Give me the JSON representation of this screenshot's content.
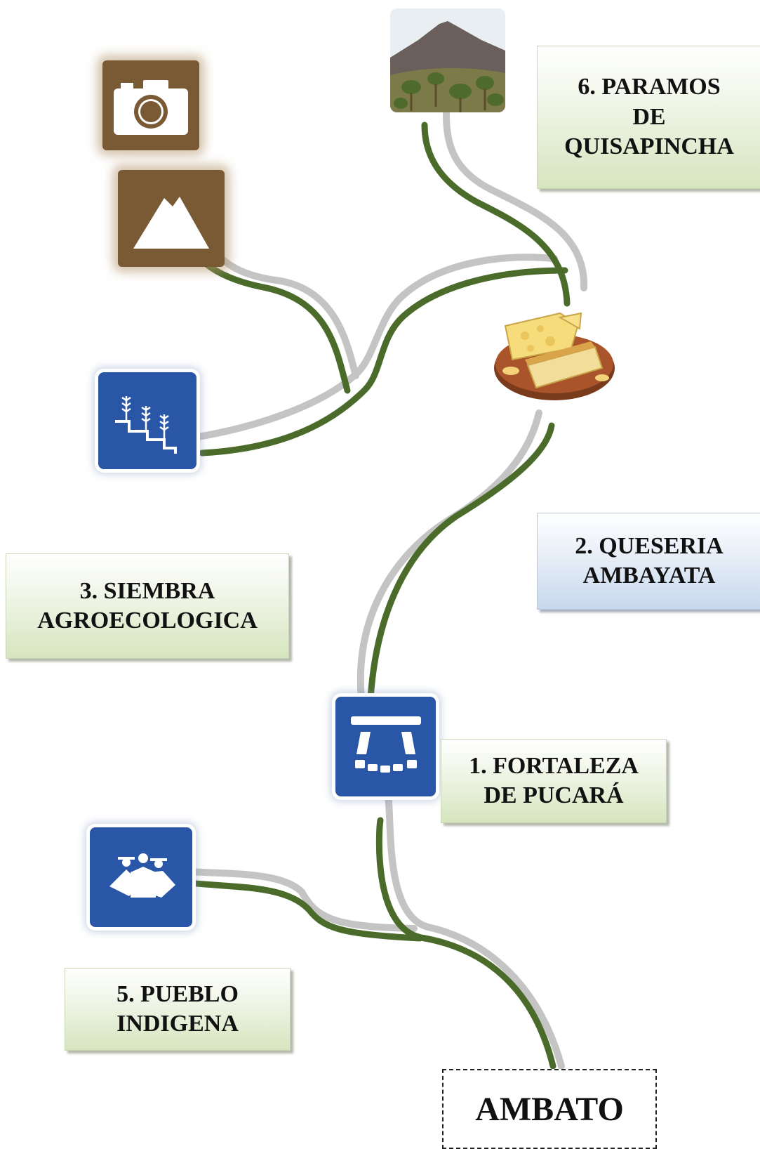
{
  "stops": [
    {
      "id": "paramos",
      "line1": "6. PARAMOS",
      "line2": "DE",
      "line3": "QUISAPINCHA"
    },
    {
      "id": "queseria",
      "line1": "2. QUESERIA",
      "line2": "AMBAYATA"
    },
    {
      "id": "siembra",
      "line1": "3. SIEMBRA",
      "line2": "AGROECOLOGICA"
    },
    {
      "id": "fortaleza",
      "line1": "1. FORTALEZA",
      "line2": "DE PUCARÁ"
    },
    {
      "id": "pueblo",
      "line1": "5. PUEBLO",
      "line2": "INDIGENA"
    }
  ],
  "origin": {
    "label": "AMBATO"
  },
  "icons": [
    "camera-icon",
    "mountain-icon",
    "terrace-farming-icon",
    "fortress-icon",
    "indigenous-people-icon",
    "cheese-icon",
    "paramo-landscape-photo"
  ],
  "colors": {
    "route_green": "#4b6b2a",
    "route_gray": "#c4c4c4",
    "sign_brown": "#7a5a35",
    "sign_blue": "#2a56a8",
    "label_green": "#d6e5bf",
    "label_blue": "#c8d8ee"
  }
}
